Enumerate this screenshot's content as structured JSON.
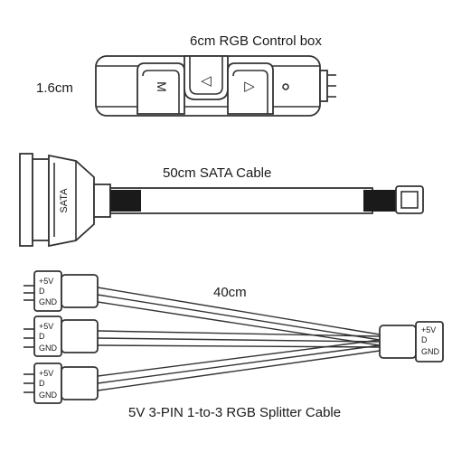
{
  "control_box": {
    "title": "6cm  RGB Control box",
    "height_label": "1.6cm",
    "button_m": "M",
    "button_left": "◁",
    "button_right": "▷",
    "indicator": "∘"
  },
  "sata_cable": {
    "title": "50cm   SATA Cable",
    "connector_label": "SATA"
  },
  "splitter": {
    "length_label": "40cm",
    "caption": "5V 3-PIN 1-to-3 RGB Splitter Cable",
    "pin_labels": [
      "+5V",
      "D",
      "GND"
    ],
    "input_pin_labels": [
      "+5V",
      "D",
      "GND"
    ]
  },
  "colors": {
    "line": "#333333",
    "fill": "#ffffff",
    "dark": "#1a1a1a"
  }
}
